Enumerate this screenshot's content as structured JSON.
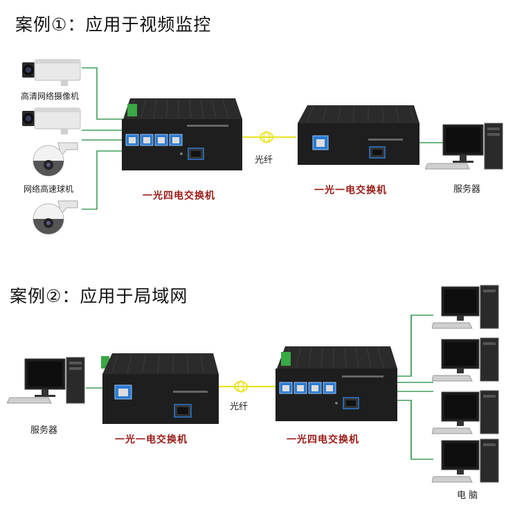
{
  "case1": {
    "title": "案例①：应用于视频监控",
    "camera_label": "高清网络摄像机",
    "dome_label": "网络高速球机",
    "fiber_label": "光纤",
    "left_device_label": "一光四电交换机",
    "right_device_label": "一光一电交换机",
    "server_label": "服务器"
  },
  "case2": {
    "title": "案例②：应用于局域网",
    "server_label": "服务器",
    "fiber_label": "光纤",
    "left_device_label": "一光一电交换机",
    "right_device_label": "一光四电交换机",
    "pc_label": "电 脑"
  },
  "colors": {
    "wire_green": "#3f9e5a",
    "fiber_yellow": "#e9e32a",
    "label_red": "#9a1a14",
    "switch_dark": "#1e1e1e",
    "port_blue": "#2a7bd3"
  }
}
